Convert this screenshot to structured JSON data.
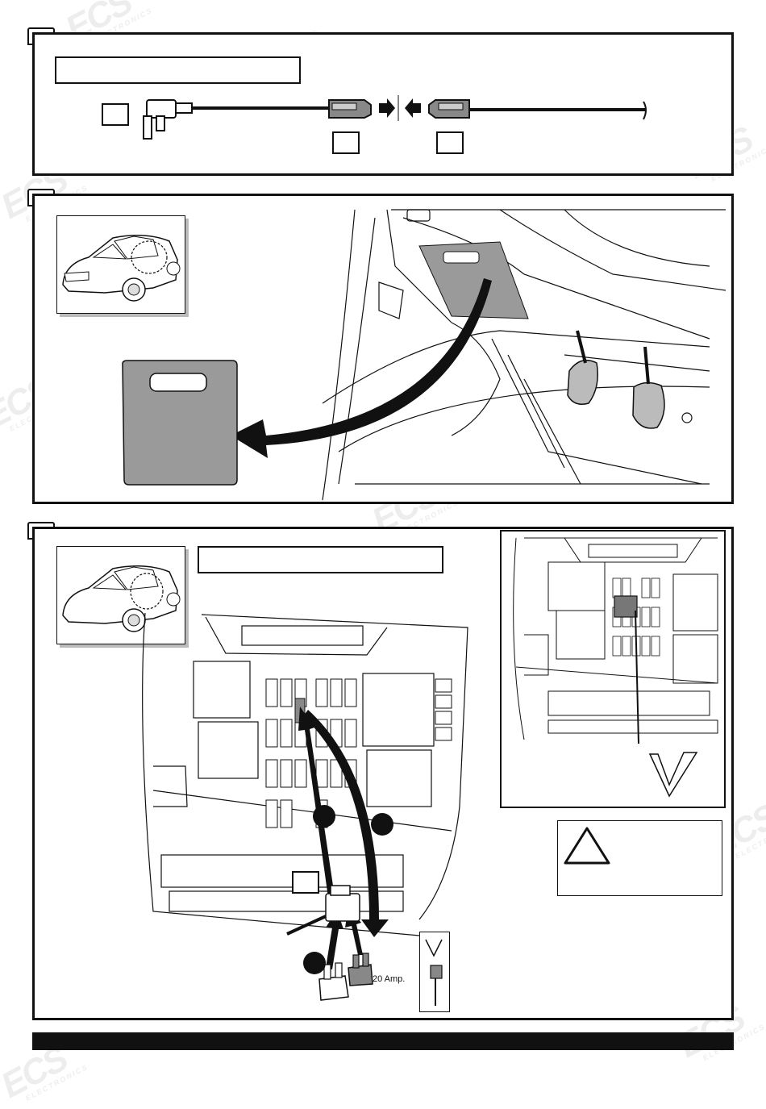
{
  "watermark": {
    "brand": "ECS",
    "subtitle": "ELECTRONICS"
  },
  "step1": {
    "title_box": "",
    "connector_left_box": "",
    "connector_mid_box": "",
    "connector_right_box": ""
  },
  "step2": {
    "title_box": ""
  },
  "step3": {
    "title_box": "",
    "callout_box": "",
    "fuse_rating": "20 Amp.",
    "warning_text": "",
    "marker_1": "",
    "marker_2": "",
    "marker_3": ""
  },
  "colors": {
    "panel_border": "#111111",
    "cover_fill": "#9a9a9a",
    "arrow_fill": "#111111"
  }
}
